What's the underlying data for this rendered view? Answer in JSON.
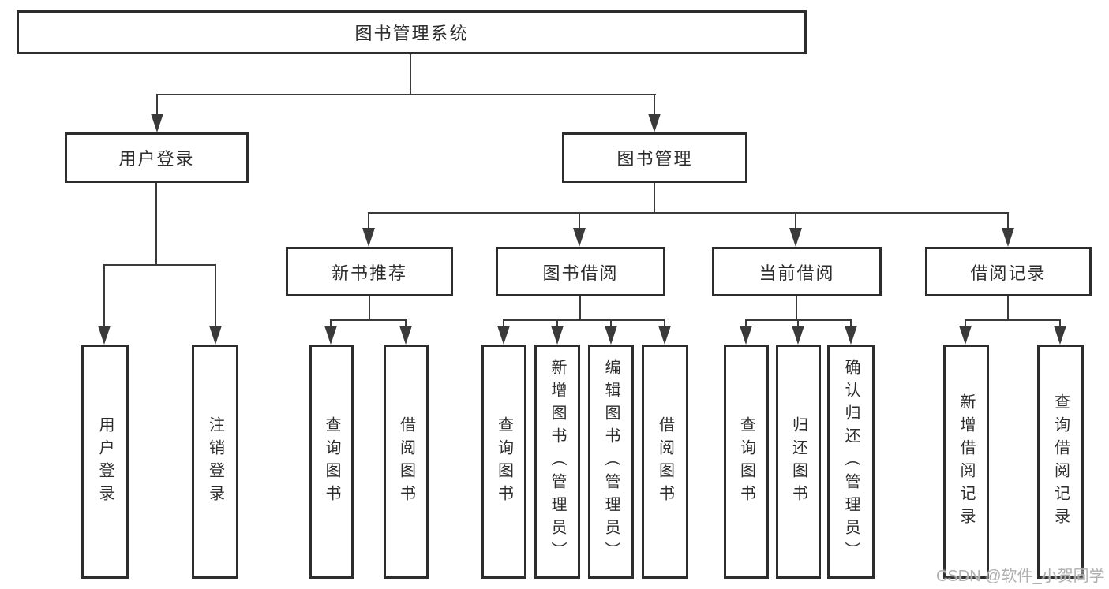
{
  "colors": {
    "bg": "#ffffff",
    "border": "#2d2d2d",
    "line": "#3a3a3a",
    "text": "#2d2d2d",
    "watermark": "#b0b0b0"
  },
  "tree": {
    "root": {
      "label": "图书管理系统",
      "children": [
        {
          "label": "用户登录",
          "children": [
            {
              "label": "用户登录"
            },
            {
              "label": "注销登录"
            }
          ]
        },
        {
          "label": "图书管理",
          "children": [
            {
              "label": "新书推荐",
              "children": [
                {
                  "label": "查询图书"
                },
                {
                  "label": "借阅图书"
                }
              ]
            },
            {
              "label": "图书借阅",
              "children": [
                {
                  "label": "查询图书"
                },
                {
                  "label": "新增图书（管理员）"
                },
                {
                  "label": "编辑图书（管理员）"
                },
                {
                  "label": "借阅图书"
                }
              ]
            },
            {
              "label": "当前借阅",
              "children": [
                {
                  "label": "查询图书"
                },
                {
                  "label": "归还图书"
                },
                {
                  "label": "确认归还（管理员）"
                }
              ]
            },
            {
              "label": "借阅记录",
              "children": [
                {
                  "label": "新增借阅记录"
                },
                {
                  "label": "查询借阅记录"
                }
              ]
            }
          ]
        }
      ]
    }
  },
  "watermark": {
    "text": "CSDN @软件_小贺同学"
  }
}
